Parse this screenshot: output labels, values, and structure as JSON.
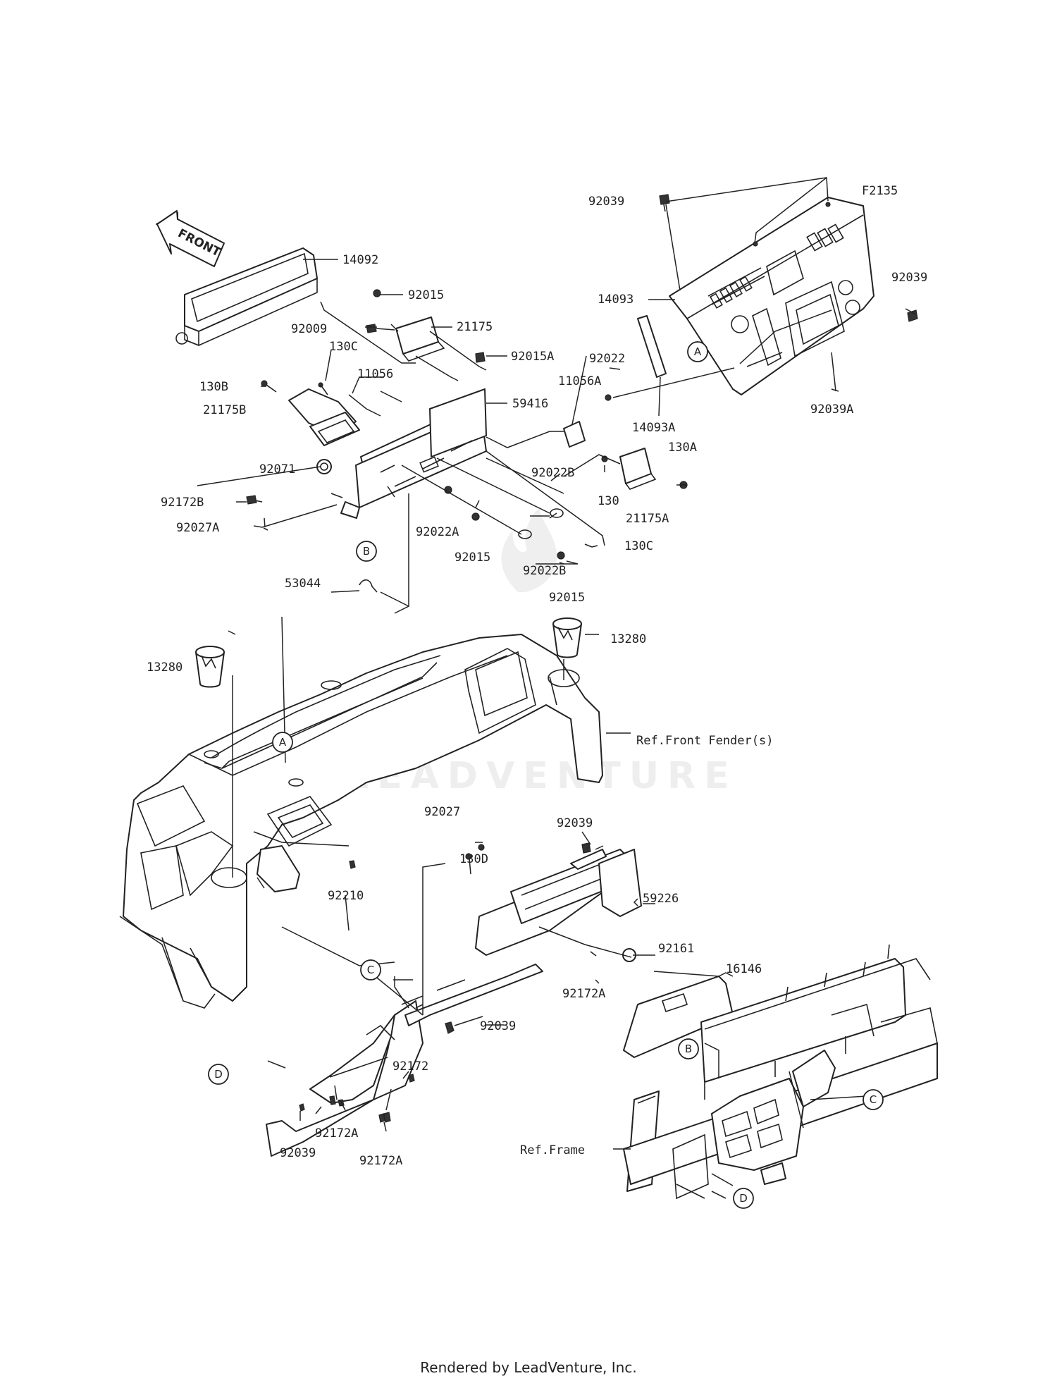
{
  "figure_code": "F2135",
  "front_arrow": "FRONT",
  "watermark": "LEADVENTURE",
  "footer": "Rendered by LeadVenture, Inc.",
  "labels": {
    "l14092": "14092",
    "l92015a": "92015",
    "l21175": "21175",
    "l92009": "92009",
    "l130c_a": "130C",
    "l11056": "11056",
    "l130b": "130B",
    "l21175b": "21175B",
    "l92071": "92071",
    "l92015a_b": "92015A",
    "l59416": "59416",
    "l11056a": "11056A",
    "l92022": "92022",
    "l14093a": "14093A",
    "l130a": "130A",
    "l92022b_a": "92022B",
    "l130": "130",
    "l21175a": "21175A",
    "l130c_b": "130C",
    "l92022b_b": "92022B",
    "l92015_c": "92015",
    "l92015_b": "92015",
    "l92022a": "92022A",
    "l92172b": "92172B",
    "l92027a": "92027A",
    "l53044": "53044",
    "l92039_a": "92039",
    "l14093": "14093",
    "l92039_b": "92039",
    "l92039a": "92039A",
    "l13280_a": "13280",
    "l13280_b": "13280",
    "l_ref_fender": "Ref.Front Fender(s)",
    "l92027": "92027",
    "l130d": "130D",
    "l92039_c": "92039",
    "l59226": "59226",
    "l92210": "92210",
    "l92161": "92161",
    "l16146": "16146",
    "l92172a_a": "92172A",
    "l92039_d": "92039",
    "l92172": "92172",
    "l92172a_b": "92172A",
    "l92172a_c": "92172A",
    "l92039_e": "92039",
    "l_ref_frame": "Ref.Frame"
  },
  "callouts": {
    "a1": "A",
    "a2": "A",
    "b1": "B",
    "b2": "B",
    "c1": "C",
    "c2": "C",
    "d1": "D",
    "d2": "D"
  }
}
